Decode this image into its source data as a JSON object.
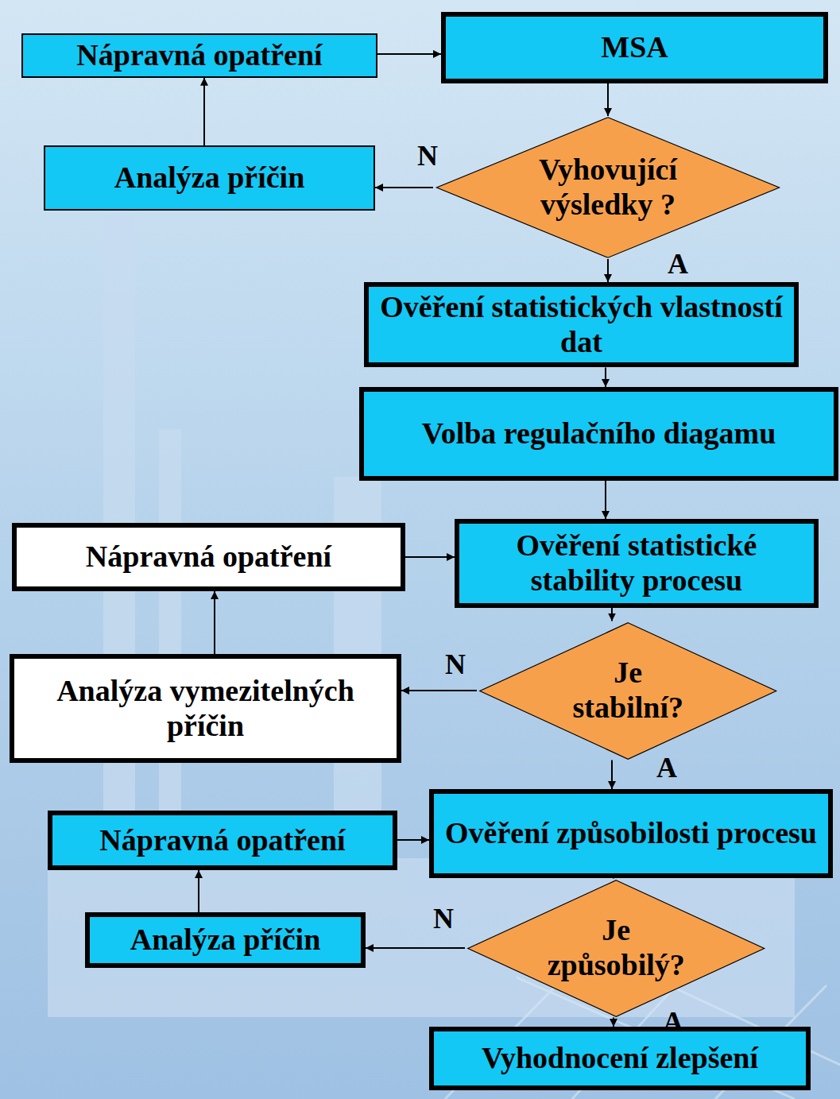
{
  "diagram": {
    "nodes": [
      {
        "text": [
          "Nápravná opatření"
        ]
      },
      {
        "text": [
          "MSA"
        ]
      },
      {
        "text": [
          "Analýza příčin"
        ]
      },
      {
        "text": [
          "Vyhovující výsledky ?"
        ]
      },
      {
        "text": [
          "Ověření statistických vlastností dat"
        ]
      },
      {
        "text": [
          "Volba regulačního diagamu"
        ]
      },
      {
        "text": [
          "Nápravná opatření"
        ]
      },
      {
        "text": [
          "Ověření statistické stability procesu"
        ]
      },
      {
        "text": [
          "Analýza vymezitelných příčin"
        ]
      },
      {
        "text": [
          "Je stabilní?"
        ]
      },
      {
        "text": [
          "Nápravná opatření"
        ]
      },
      {
        "text": [
          "Ověření způsobilosti procesu"
        ]
      },
      {
        "text": [
          "Analýza příčin"
        ]
      },
      {
        "text": [
          "Je způsobilý?"
        ]
      },
      {
        "text": [
          "Vyhodnocení zlepšení"
        ]
      }
    ],
    "edges": [
      {
        "from": 0,
        "to": 1,
        "arrow": "to"
      },
      {
        "from": 1,
        "to": 3,
        "arrow": "to"
      },
      {
        "from": 3,
        "to": 2,
        "label": "N",
        "arrow": "to"
      },
      {
        "from": 2,
        "to": 0,
        "arrow": "to"
      },
      {
        "from": 3,
        "to": 4,
        "label": "A",
        "arrow": "to"
      },
      {
        "from": 4,
        "to": 5,
        "arrow": "to"
      },
      {
        "from": 5,
        "to": 7,
        "arrow": "to"
      },
      {
        "from": 6,
        "to": 7,
        "arrow": "to"
      },
      {
        "from": 7,
        "to": 9,
        "arrow": "to"
      },
      {
        "from": 9,
        "to": 8,
        "label": "N",
        "arrow": "to"
      },
      {
        "from": 8,
        "to": 6,
        "arrow": "to"
      },
      {
        "from": 9,
        "to": 11,
        "label": "A",
        "arrow": "to"
      },
      {
        "from": 10,
        "to": 11,
        "arrow": "to"
      },
      {
        "from": 11,
        "to": 13,
        "arrow": "to"
      },
      {
        "from": 13,
        "to": 12,
        "label": "N",
        "arrow": "to"
      },
      {
        "from": 12,
        "to": 10,
        "arrow": "to"
      },
      {
        "from": 13,
        "to": 14,
        "label": "A",
        "arrow": "to"
      }
    ]
  }
}
